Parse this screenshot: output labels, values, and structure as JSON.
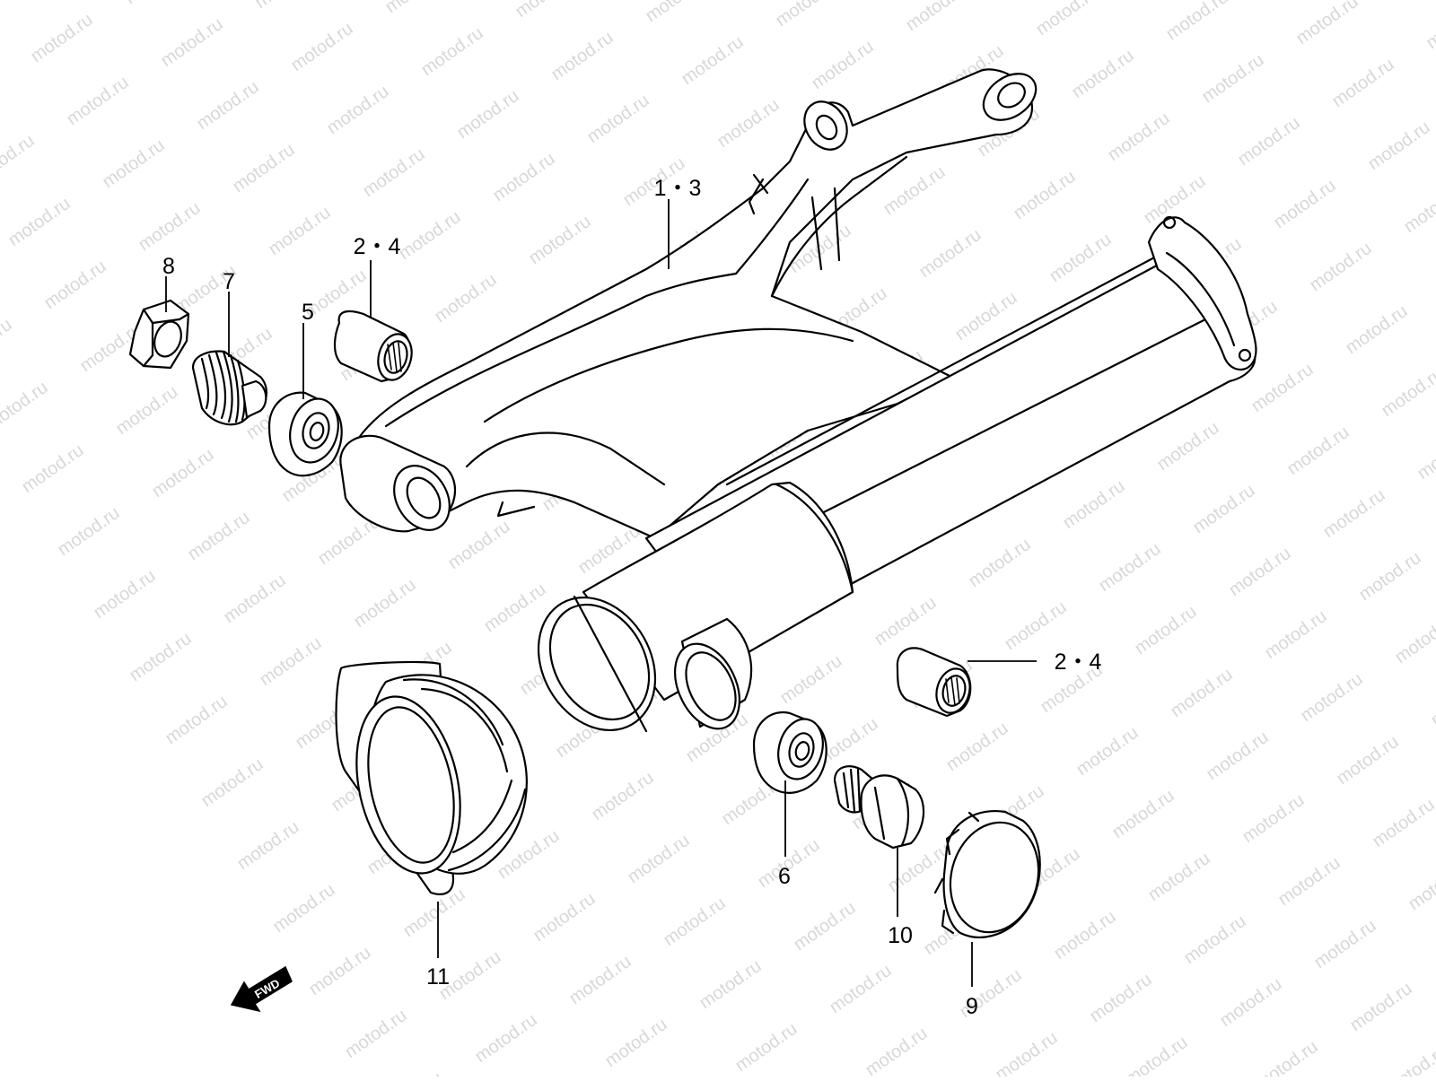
{
  "watermark": {
    "text": "motod.ru",
    "color": "#d8d8d8"
  },
  "callouts": {
    "c13": "1・3",
    "c24_top": "2・4",
    "c24_right": "2・4",
    "c5": "5",
    "c6": "6",
    "c7": "7",
    "c8": "8",
    "c9": "9",
    "c10": "10",
    "c11": "11"
  },
  "fwd_label": "FWD",
  "parts": [
    {
      "callout": "1・3",
      "icon": "swingarm-icon"
    },
    {
      "callout": "2・4",
      "icon": "needle-bearing-icon"
    },
    {
      "callout": "5",
      "icon": "bearing-icon"
    },
    {
      "callout": "6",
      "icon": "bearing-icon"
    },
    {
      "callout": "7",
      "icon": "pivot-shaft-icon"
    },
    {
      "callout": "8",
      "icon": "nut-icon"
    },
    {
      "callout": "9",
      "icon": "cap-icon"
    },
    {
      "callout": "10",
      "icon": "bolt-icon"
    },
    {
      "callout": "11",
      "icon": "boot-icon"
    }
  ]
}
